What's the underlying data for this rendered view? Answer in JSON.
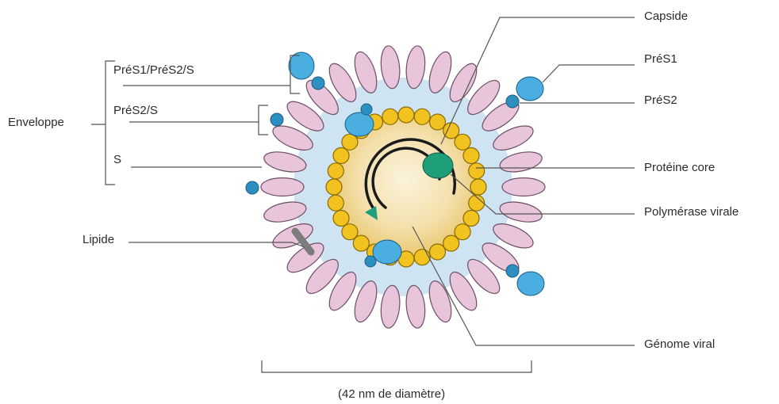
{
  "labels": {
    "envelope": "Enveloppe",
    "pres1_pres2_s": "PréS1/PréS2/S",
    "pres2_s": "PréS2/S",
    "s": "S",
    "lipid": "Lipide",
    "capsid": "Capside",
    "pres1": "PréS1",
    "pres2": "PréS2",
    "core_protein": "Protéine core",
    "polymerase": "Polymérase virale",
    "genome": "Génome viral",
    "diameter": "(42 nm de diamètre)"
  },
  "colors": {
    "lipid_petal": "#e9c5dc",
    "petal_stroke": "#6a4e63",
    "membrane_interior": "#cfe4f3",
    "core_interior": "#f2d89a",
    "capsid_bead": "#f2c320",
    "bead_stroke": "#8a6a00",
    "surface_protein": "#4aaee0",
    "protein_stroke": "#1a5d86",
    "polymerase": "#1f9e7a",
    "leader_line": "#555555"
  }
}
